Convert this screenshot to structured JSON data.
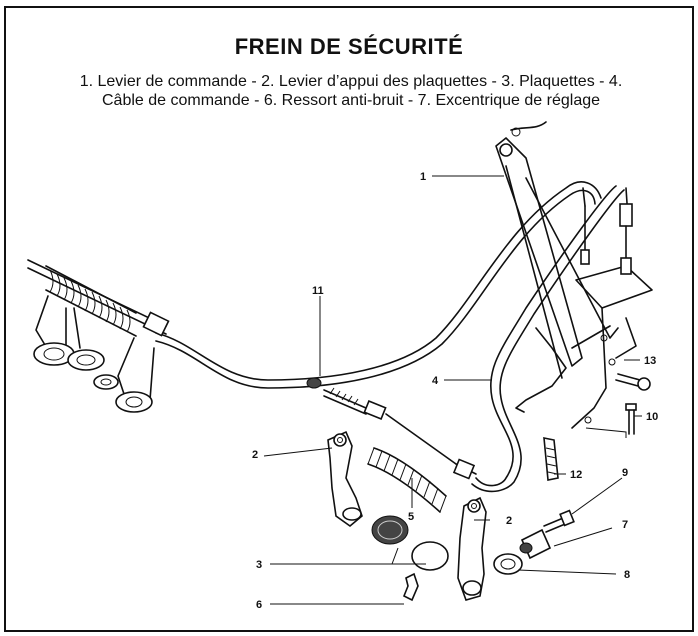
{
  "title": "FREIN DE SÉCURITÉ",
  "caption": {
    "line1": "1. Levier de commande - 2. Levier d’appui des plaquettes - 3. Plaquettes - 4.",
    "line2": "Câble de commande - 6. Ressort anti-bruit - 7. Excentrique de réglage"
  },
  "callouts": {
    "c1": "1",
    "c2a": "2",
    "c2b": "2",
    "c3": "3",
    "c4": "4",
    "c5": "5",
    "c6": "6",
    "c7": "7",
    "c8": "8",
    "c9": "9",
    "c10": "10",
    "c11": "11",
    "c12": "12",
    "c13": "13"
  },
  "colors": {
    "ink": "#111111",
    "paper": "#ffffff"
  }
}
